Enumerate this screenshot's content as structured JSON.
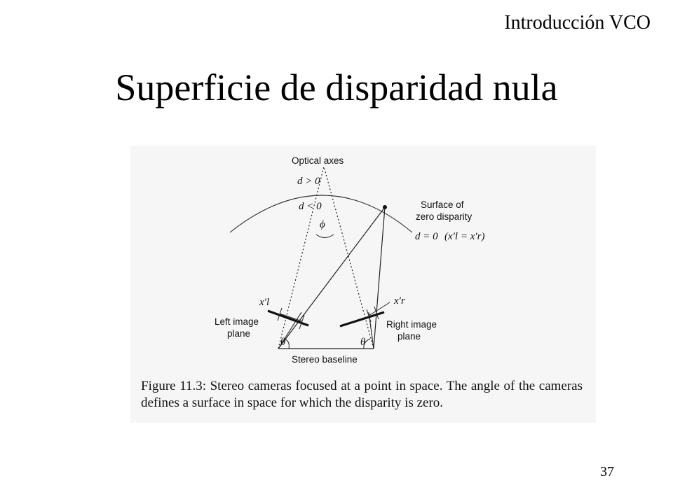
{
  "header": {
    "course_label": "Introducción VCO"
  },
  "slide": {
    "title": "Superficie de disparidad nula",
    "page_number": "37"
  },
  "figure": {
    "labels": {
      "optical_axes": "Optical axes",
      "d_positive": "d > 0",
      "d_negative": "d < 0",
      "phi": "ϕ",
      "surface_line1": "Surface of",
      "surface_line2": "zero disparity",
      "d_zero": "d = 0",
      "equality": "(x′l = x′r)",
      "x_left": "x′l",
      "x_right": "x′r",
      "left_plane_line1": "Left image",
      "left_plane_line2": "plane",
      "right_plane_line1": "Right image",
      "right_plane_line2": "plane",
      "theta_left": "θ",
      "theta_right": "θ",
      "baseline": "Stereo baseline"
    },
    "caption": "Figure 11.3: Stereo cameras focused at a point in space. The angle of the cameras defines a surface in space for which the disparity is zero."
  }
}
